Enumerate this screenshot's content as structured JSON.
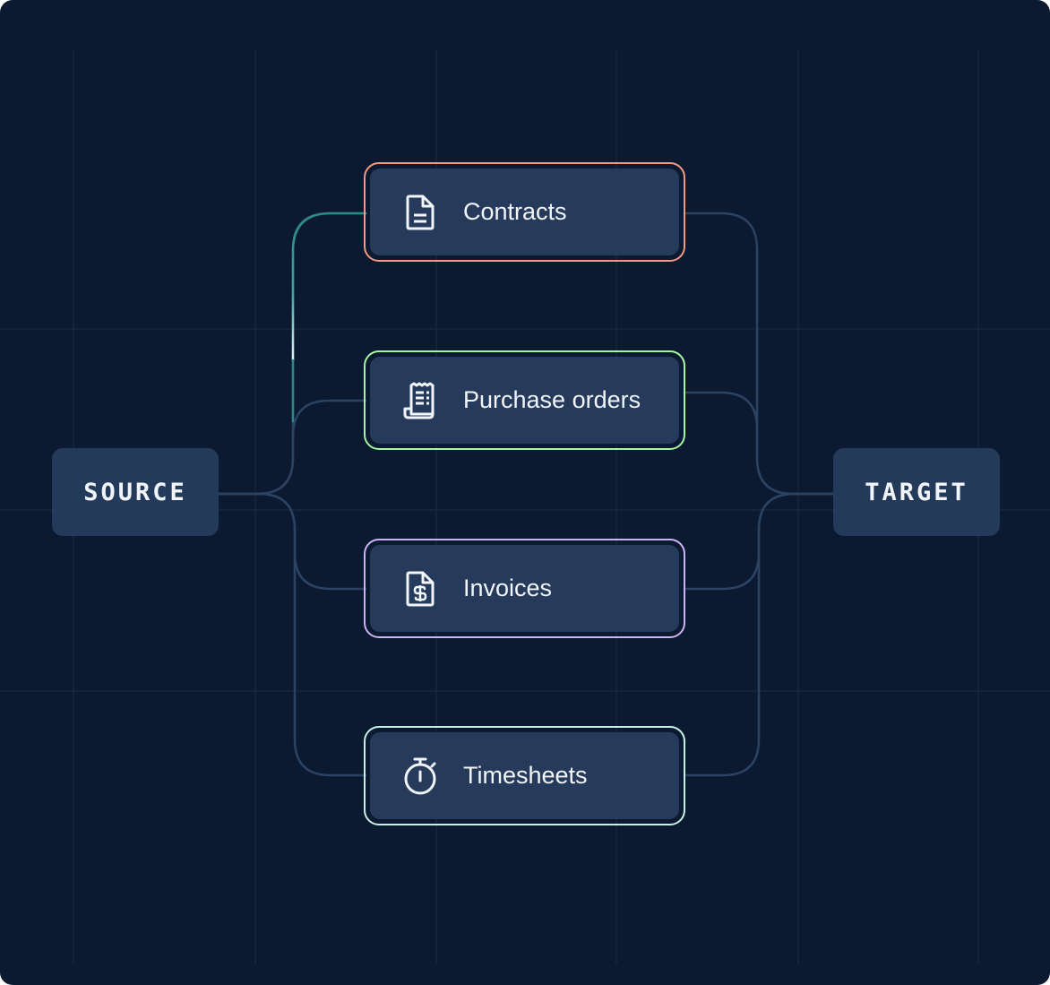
{
  "diagram": {
    "source": {
      "label": "SOURCE"
    },
    "target": {
      "label": "TARGET"
    },
    "nodes": [
      {
        "label": "Contracts",
        "icon": "document-icon",
        "border_color": "#f19a7f"
      },
      {
        "label": "Purchase orders",
        "icon": "receipt-icon",
        "border_color": "#a3f7a0"
      },
      {
        "label": "Invoices",
        "icon": "invoice-dollar-icon",
        "border_color": "#cdb2f5"
      },
      {
        "label": "Timesheets",
        "icon": "stopwatch-icon",
        "border_color": "#c8f0e4"
      }
    ],
    "colors": {
      "background": "#0c1a31",
      "box": "#243a5a",
      "connector": "#2b4263",
      "highlight": "#2b8a86"
    }
  }
}
